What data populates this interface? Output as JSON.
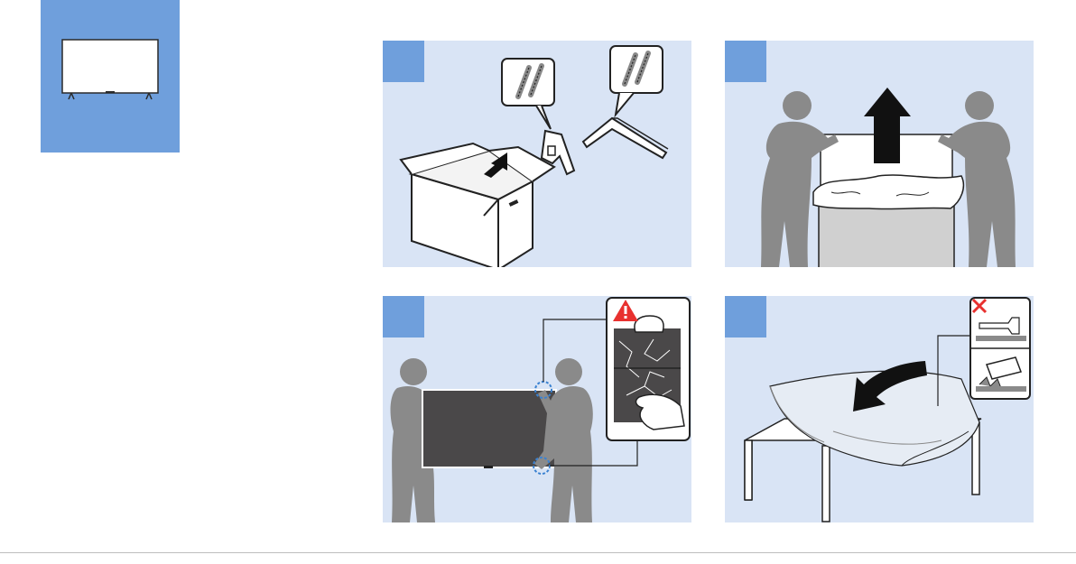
{
  "thumbnail": {
    "icon": "tv-icon",
    "color": "#6f9fdc"
  },
  "steps": [
    {
      "badge": "",
      "icon": "unbox-stand-and-screws-illustration"
    },
    {
      "badge": "",
      "icon": "lift-tv-from-box-illustration"
    },
    {
      "badge": "",
      "icon": "carry-tv-by-frame-warning-illustration"
    },
    {
      "badge": "",
      "icon": "lay-tv-on-table-illustration"
    }
  ],
  "colors": {
    "panel_bg": "#d9e4f5",
    "badge": "#6f9fdc",
    "person": "#8a8a8a",
    "warning": "#e8312f",
    "screen": "#4a4849"
  }
}
